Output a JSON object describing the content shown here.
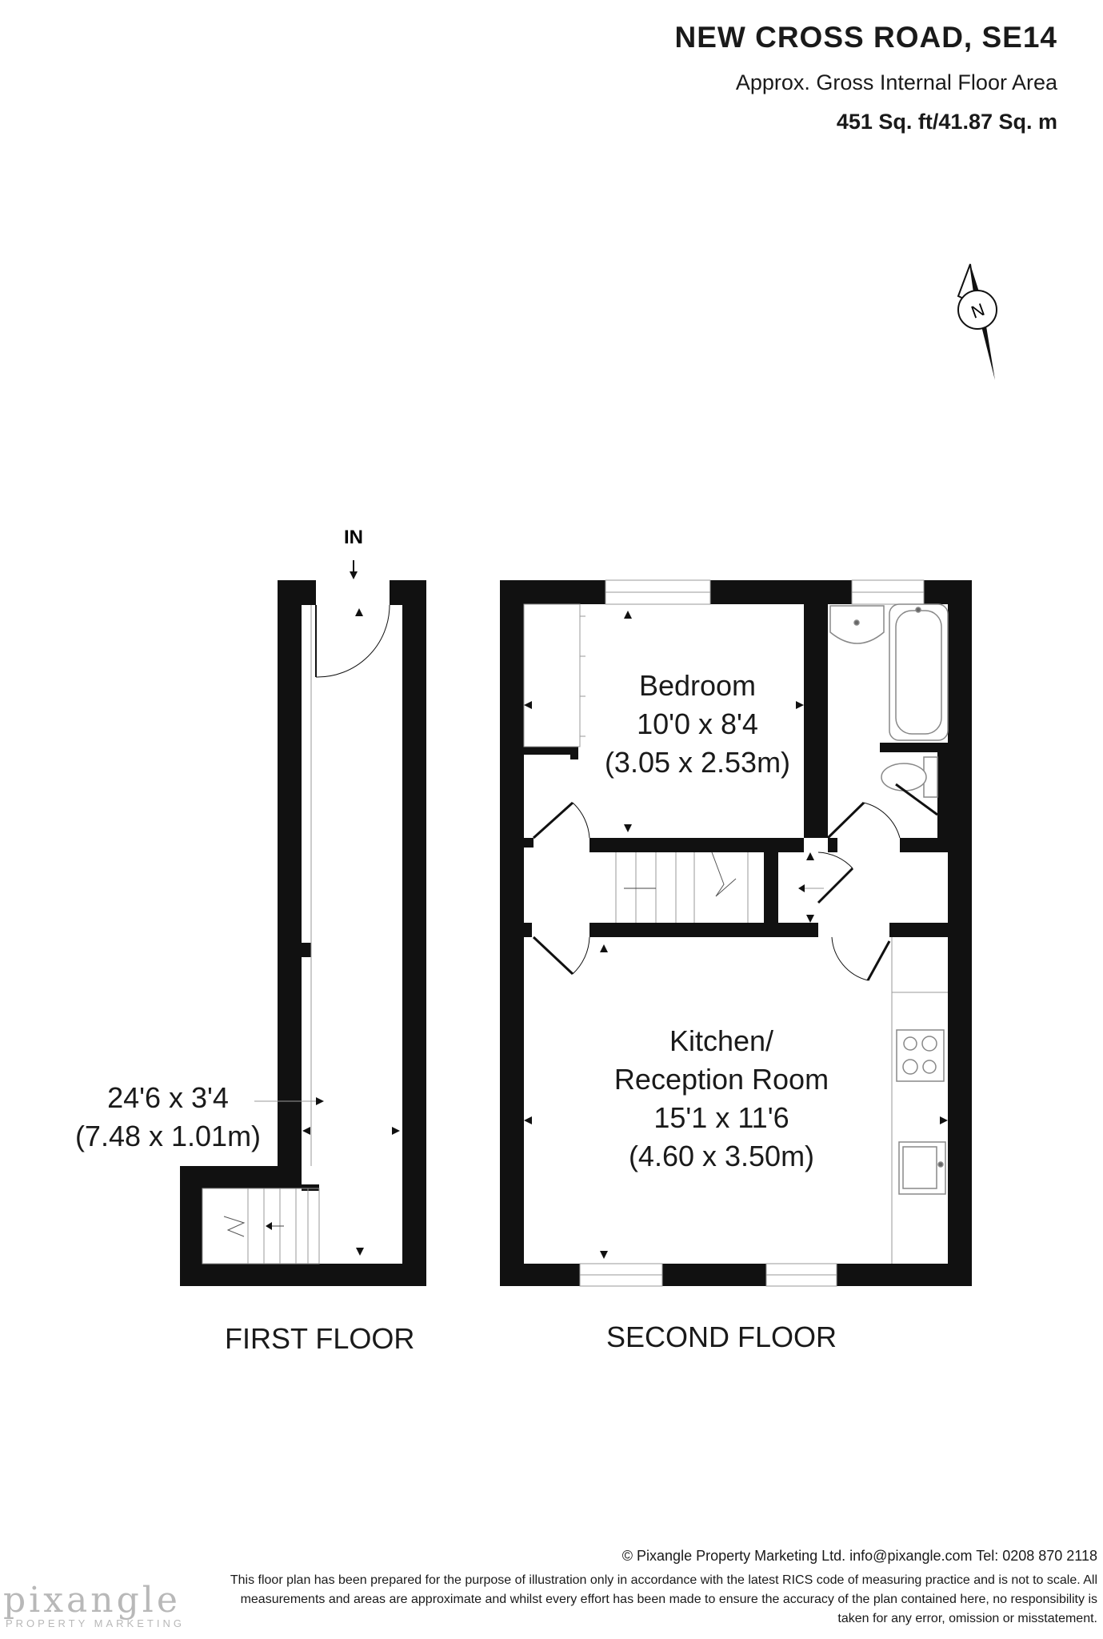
{
  "header": {
    "address": "NEW CROSS ROAD, SE14",
    "area_caption": "Approx. Gross Internal Floor Area",
    "area_value": "451 Sq. ft/41.87 Sq. m"
  },
  "compass": {
    "letter": "N"
  },
  "entrance": {
    "label": "IN"
  },
  "first_floor": {
    "title": "FIRST FLOOR",
    "hallway": {
      "size_imperial": "24'6 x 3'4",
      "size_metric": "(7.48 x 1.01m)"
    }
  },
  "second_floor": {
    "title": "SECOND FLOOR",
    "bedroom": {
      "name": "Bedroom",
      "size_imperial": "10'0 x 8'4",
      "size_metric": "(3.05 x 2.53m)"
    },
    "kitchen": {
      "name_line1": "Kitchen/",
      "name_line2": "Reception Room",
      "size_imperial": "15'1 x 11'6",
      "size_metric": "(4.60 x 3.50m)"
    }
  },
  "footer": {
    "copyright": "© Pixangle Property Marketing Ltd. info@pixangle.com Tel: 0208 870 2118",
    "disclaimer": "This floor plan has been prepared for the purpose of illustration only in accordance with the latest RICS code of measuring practice and is not to scale. All measurements and areas are approximate and whilst every effort has been made to ensure the accuracy of the plan contained here, no responsibility is taken for any error, omission or misstatement.",
    "logo_word": "pixangle",
    "logo_tagline": "PROPERTY MARKETING"
  }
}
